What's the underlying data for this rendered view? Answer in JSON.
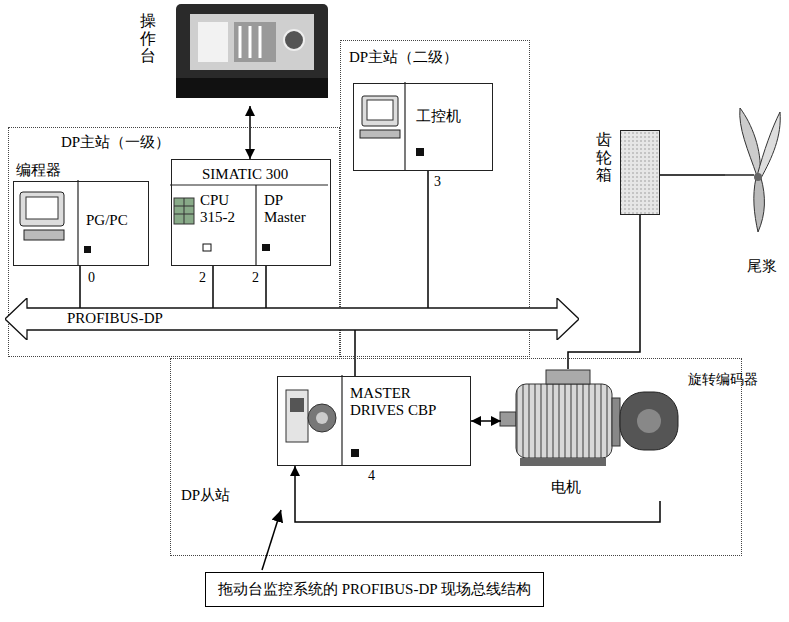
{
  "diagram": {
    "caption": "拖动台监控系统的 PROFIBUS-DP 现场总线结构",
    "nodes": [
      {
        "text": [
          "操作台"
        ]
      },
      {
        "text": [
          "DP主站（一级）"
        ]
      },
      {
        "text": [
          "编程器",
          "PG/PC"
        ],
        "in": 1
      },
      {
        "text": [
          "SIMATIC 300",
          "CPU 315-2",
          "DP Master"
        ],
        "in": 1
      },
      {
        "text": [
          "DP主站（二级）"
        ]
      },
      {
        "text": [
          "工控机"
        ],
        "in": 4
      },
      {
        "text": [
          "齿轮箱"
        ]
      },
      {
        "text": [
          "尾浆"
        ]
      },
      {
        "text": [
          "PROFIBUS-DP"
        ]
      },
      {
        "text": [
          "DP从站"
        ]
      },
      {
        "text": [
          "MASTER DRIVES CBP"
        ],
        "in": 9
      },
      {
        "text": [
          "电机"
        ],
        "in": 9
      }
    ],
    "edges": [
      {
        "from": 0,
        "to": 3,
        "arrow": "both"
      },
      {
        "from": 2,
        "to": 8,
        "arrow": "none"
      },
      {
        "from": 3,
        "to": 8,
        "arrow": "none"
      },
      {
        "from": 3,
        "to": 8,
        "arrow": "none"
      },
      {
        "from": 5,
        "to": 8,
        "arrow": "none"
      },
      {
        "from": 8,
        "to": 10,
        "arrow": "none"
      },
      {
        "from": 10,
        "to": 11,
        "arrow": "both"
      },
      {
        "from": 11,
        "to": 6,
        "arrow": "none"
      },
      {
        "from": 6,
        "to": 7,
        "arrow": "none"
      },
      {
        "from": 11,
        "to": 10,
        "arrow": "to"
      }
    ],
    "labels": [
      "0",
      "2",
      "2",
      "3",
      "4",
      "旋转编码器"
    ]
  }
}
